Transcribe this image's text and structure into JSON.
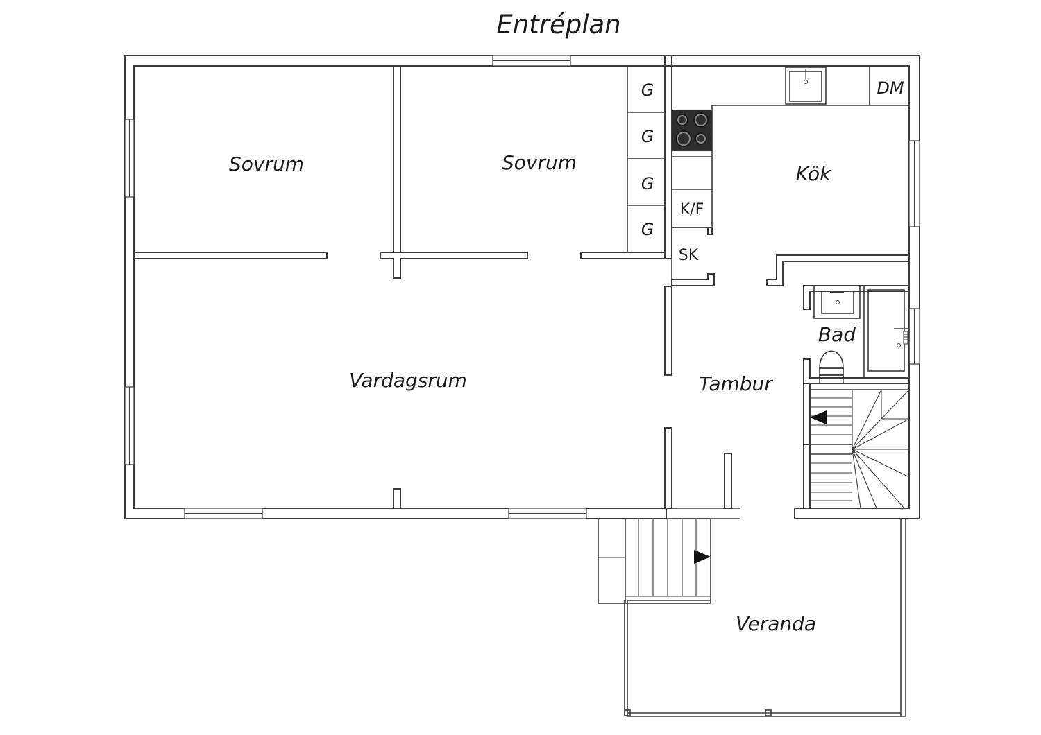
{
  "title": "Entréplan",
  "rooms": {
    "sovrum_1": "Sovrum",
    "sovrum_2": "Sovrum",
    "kok": "Kök",
    "vardagsrum": "Vardagsrum",
    "tambur": "Tambur",
    "bad": "Bad",
    "veranda": "Veranda"
  },
  "fixtures": {
    "wardrobe_1": "G",
    "wardrobe_2": "G",
    "wardrobe_3": "G",
    "wardrobe_4": "G",
    "dishwasher": "DM",
    "fridge_freezer": "K/F",
    "cabinet": "SK"
  },
  "colors": {
    "line": "#3a3a3a",
    "stove": "#2e2e2e",
    "background": "#ffffff"
  }
}
